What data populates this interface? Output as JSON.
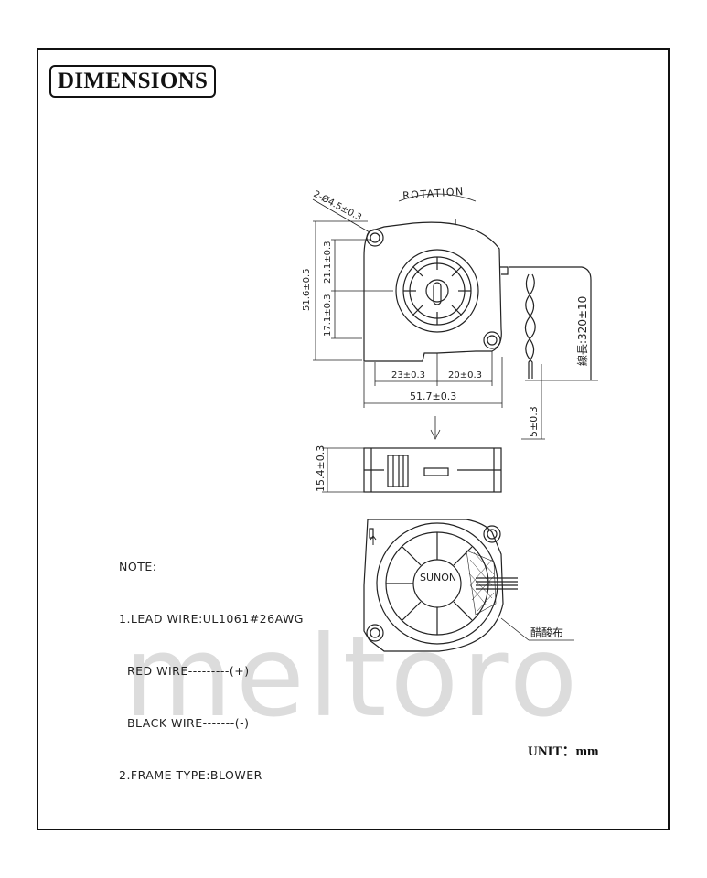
{
  "header": {
    "title": "DIMENSIONS"
  },
  "drawing": {
    "hole_spec": "2-Ø4.5±0.3",
    "rotation_label": "ROTATION",
    "height_overall": "51.6±0.5",
    "upper_offset": "21.1±0.3",
    "lower_offset": "17.1±0.3",
    "width_left": "23±0.3",
    "width_right": "20±0.3",
    "width_overall": "51.7±0.3",
    "lead_length": "線長:320±10",
    "lead_strip": "5±0.3",
    "thickness": "15.4±0.3",
    "brand_label": "SUNON",
    "material_label": "醋酸布"
  },
  "notes": {
    "heading": "NOTE:",
    "lines": [
      "1.LEAD WIRE:UL1061#26AWG",
      "  RED WIRE---------(+)",
      "  BLACK WIRE-------(-)",
      "2.FRAME TYPE:BLOWER"
    ]
  },
  "footer": {
    "unit": "UNIT：mm"
  },
  "watermark": {
    "text": "meltoro"
  }
}
